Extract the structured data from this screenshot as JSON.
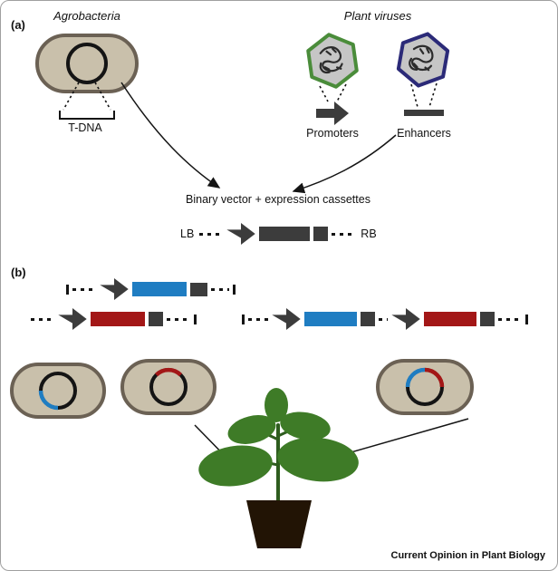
{
  "panel_a": {
    "label": "(a)",
    "agrobacteria_label": "Agrobacteria",
    "plant_viruses_label": "Plant viruses",
    "tdna_label": "T-DNA",
    "promoters_label": "Promoters",
    "enhancers_label": "Enhancers",
    "binary_vector_label": "Binary vector + expression cassettes",
    "lb_label": "LB",
    "rb_label": "RB"
  },
  "panel_b": {
    "label": "(b)"
  },
  "footer": {
    "journal_label": "Current Opinion in Plant Biology"
  },
  "colors": {
    "bact-fill": "#c9c0ab",
    "bact-border": "#6b6154",
    "dark": "#3c3c3c",
    "blue": "#1f7dc2",
    "red": "#a31717",
    "virus-fill": "#c6c6c6",
    "virus-green": "#4a8c3a",
    "virus-blue": "#2b2a78",
    "leaf": "#3e7b27",
    "stem": "#2e5c1e",
    "pot": "#221405",
    "ink": "#141414"
  }
}
